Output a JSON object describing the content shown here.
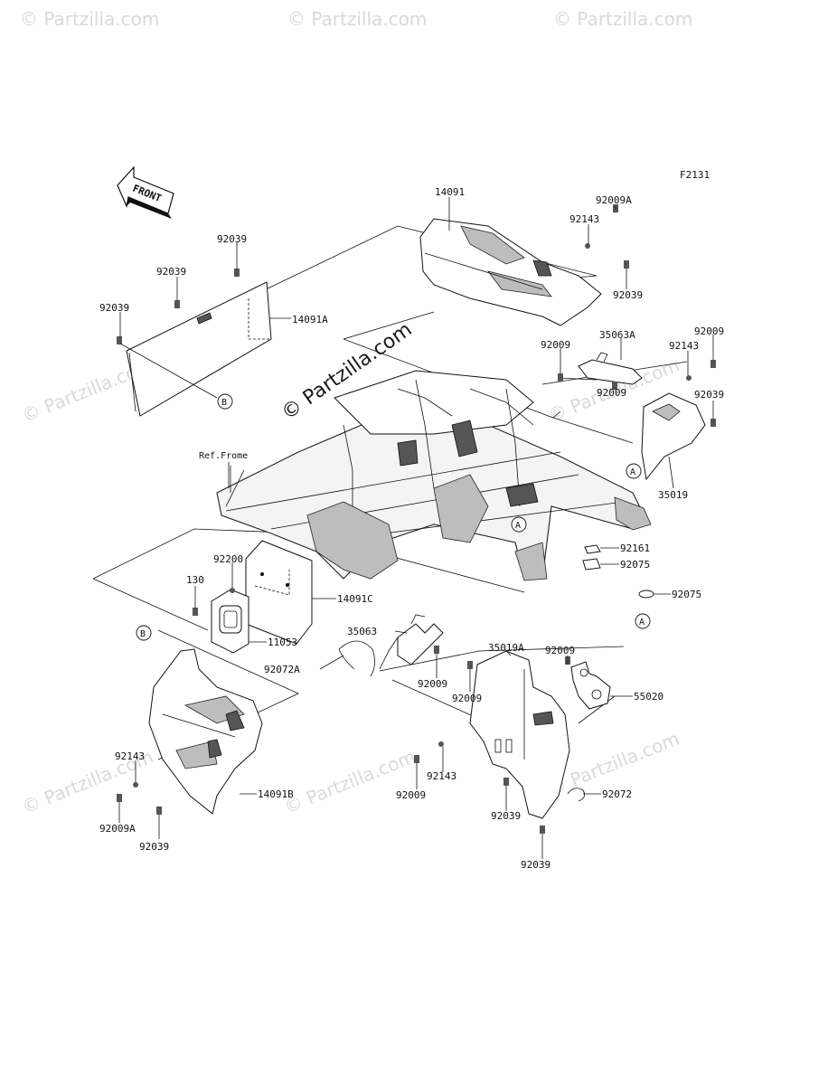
{
  "figure_id": "F2131",
  "front_label": "FRONT",
  "ref_label": "Ref.Frome",
  "watermark": "© Partzilla.com",
  "watermark_main": "© Partzilla.com",
  "callouts": {
    "a": "A",
    "b": "B"
  },
  "parts": {
    "p14091": "14091",
    "p14091A": "14091A",
    "p14091B": "14091B",
    "p14091C": "14091C",
    "p35019": "35019",
    "p35019A": "35019A",
    "p35063": "35063",
    "p35063A": "35063A",
    "p55020": "55020",
    "p11053": "11053",
    "p130": "130",
    "p92200": "92200",
    "p92072": "92072",
    "p92072A": "92072A",
    "p92075": "92075",
    "p92161": "92161",
    "p92143": "92143",
    "p92009": "92009",
    "p92009A": "92009A",
    "p92039": "92039"
  }
}
